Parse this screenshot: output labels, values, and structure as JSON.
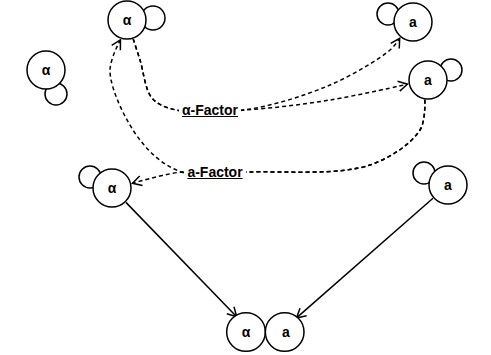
{
  "diagram": {
    "nodes": [
      {
        "text": [
          "α"
        ]
      },
      {
        "text": [
          "a"
        ]
      },
      {
        "text": [
          "α"
        ]
      },
      {
        "text": [
          "a"
        ]
      },
      {
        "text": [
          "α"
        ]
      },
      {
        "text": [
          "a"
        ]
      },
      {
        "text": [
          "α",
          "a"
        ]
      }
    ],
    "edges": [
      {
        "from": 0,
        "to": 1,
        "label": "α-Factor",
        "arrow": "to"
      },
      {
        "from": 0,
        "to": 3,
        "arrow": "to"
      },
      {
        "from": 3,
        "to": 0,
        "label": "a-Factor",
        "arrow": "to"
      },
      {
        "from": 3,
        "to": 4,
        "arrow": "to"
      },
      {
        "from": 4,
        "to": 6,
        "arrow": "to"
      },
      {
        "from": 5,
        "to": 6,
        "arrow": "to"
      }
    ]
  }
}
